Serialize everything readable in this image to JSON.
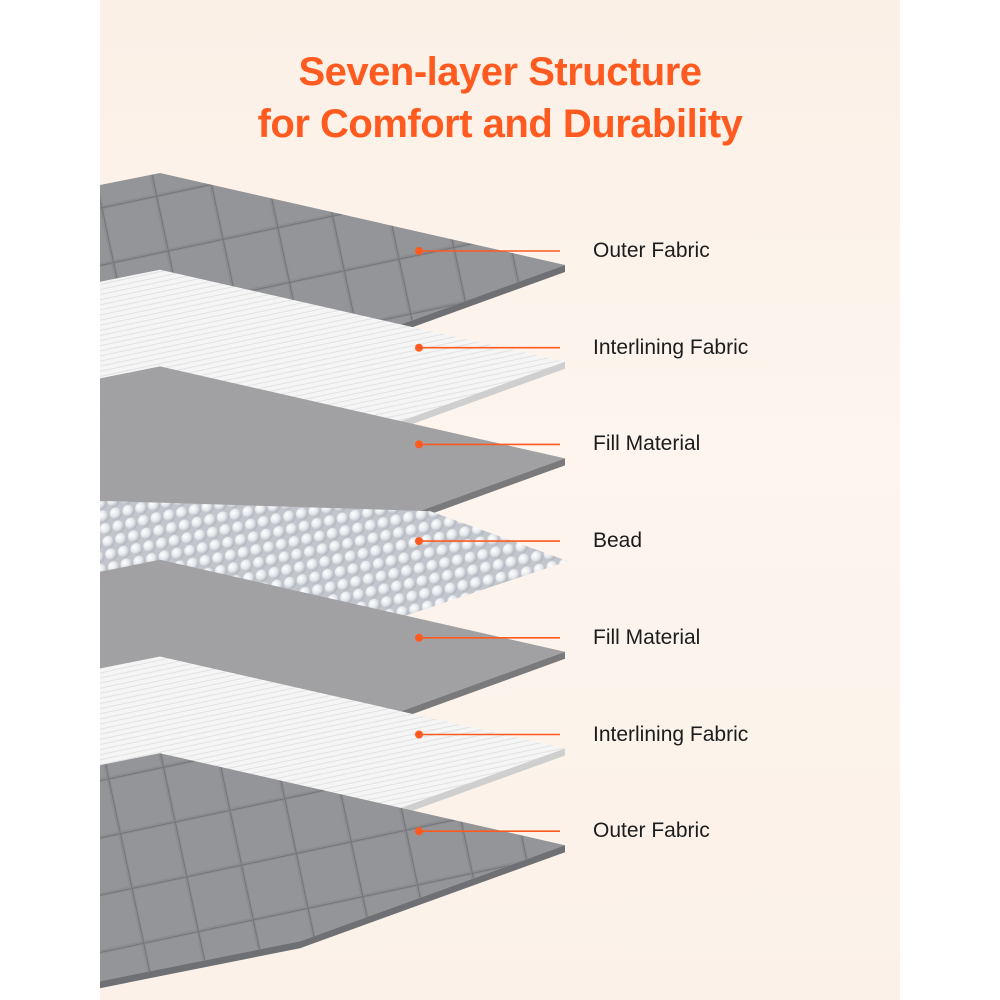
{
  "title": {
    "line1": "Seven-layer Structure",
    "line2": "for Comfort and Durability"
  },
  "colors": {
    "accent": "#ff5a1f",
    "background": "#fbf1e8",
    "outer_fabric": "#8e8f92",
    "interlining": "#f4f4f4",
    "fill_material": "#9a9a9c",
    "bead": "#e3e6ea"
  },
  "layers": [
    {
      "label": "Outer Fabric",
      "kind": "outer"
    },
    {
      "label": "Interlining Fabric",
      "kind": "interlining"
    },
    {
      "label": "Fill Material",
      "kind": "fill"
    },
    {
      "label": "Bead",
      "kind": "bead"
    },
    {
      "label": "Fill Material",
      "kind": "fill"
    },
    {
      "label": "Interlining Fabric",
      "kind": "interlining"
    },
    {
      "label": "Outer Fabric",
      "kind": "outer"
    }
  ]
}
